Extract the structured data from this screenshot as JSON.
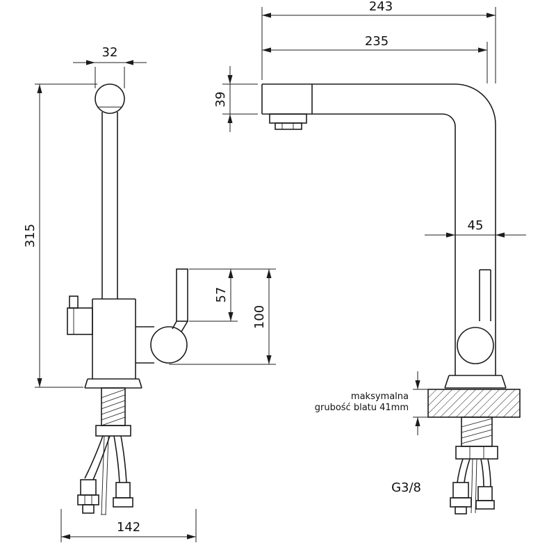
{
  "drawing_title": "faucet-technical-drawing",
  "front_view": {
    "dims": {
      "head_width": "32",
      "height": "315",
      "lever": "57",
      "lever_assembly": "100",
      "base_spread": "142"
    }
  },
  "side_view": {
    "dims": {
      "depth_total": "243",
      "depth_spout": "235",
      "spout_height": "39",
      "body_width": "45"
    },
    "note_line1": "maksymalna",
    "note_line2": "grubość blatu 41mm",
    "thread_label": "G3/8"
  }
}
